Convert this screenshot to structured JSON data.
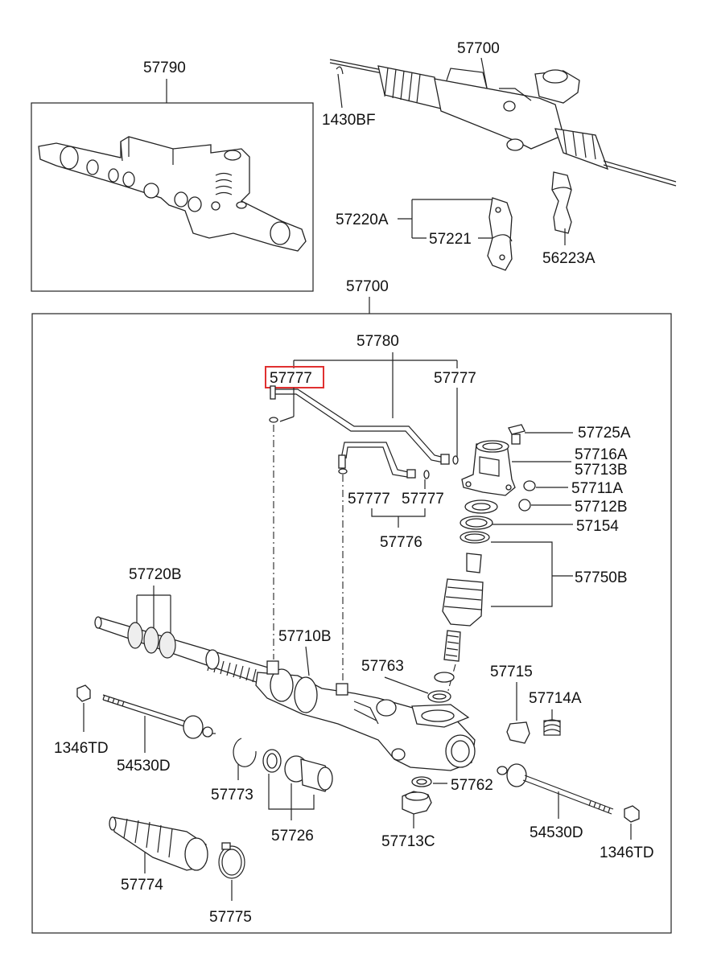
{
  "diagram": {
    "highlight_color": "#e03030",
    "labels": {
      "l57790": "57790",
      "l57700_top": "57700",
      "l1430BF": "1430BF",
      "l57220A": "57220A",
      "l57221": "57221",
      "l56223A": "56223A",
      "l57700_main": "57700",
      "l57780": "57780",
      "l57777_hl": "57777",
      "l57777_r": "57777",
      "l57725A": "57725A",
      "l57716A": "57716A",
      "l57713B": "57713B",
      "l57711A": "57711A",
      "l57712B": "57712B",
      "l57777_a": "57777",
      "l57777_b": "57777",
      "l57776": "57776",
      "l57154": "57154",
      "l57750B": "57750B",
      "l57720B": "57720B",
      "l57710B": "57710B",
      "l57763": "57763",
      "l57715": "57715",
      "l57714A": "57714A",
      "l1346TD_l": "1346TD",
      "l54530D_l": "54530D",
      "l57773": "57773",
      "l57726": "57726",
      "l57762": "57762",
      "l57713C": "57713C",
      "l54530D_r": "54530D",
      "l1346TD_r": "1346TD",
      "l57774": "57774",
      "l57775": "57775"
    }
  }
}
